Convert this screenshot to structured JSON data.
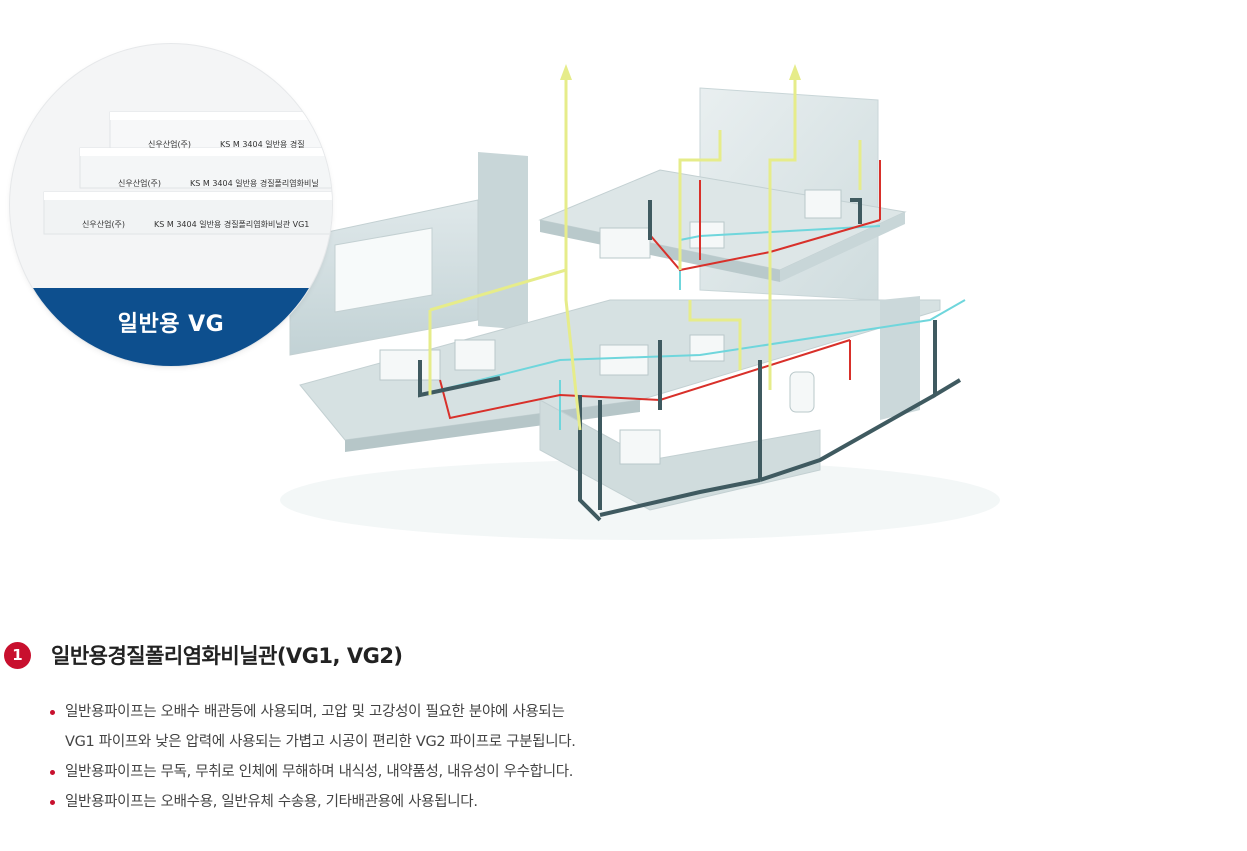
{
  "badge": {
    "label": "일반용 VG",
    "pipe_prints": [
      "KS M 3404 일반용 경질",
      "KS M 3404 일반용 경질폴리염화비닐",
      "KS M 3404 일반용 경질폴리염화비닐관 VG1"
    ],
    "brand_text": "신우산업(주)"
  },
  "section": {
    "number": "1",
    "title": "일반용경질폴리염화비닐관(VG1, VG2)",
    "bullets": [
      {
        "line1": "일반용파이프는 오배수 배관등에 사용되며, 고압 및 고강성이 필요한 분야에 사용되는",
        "line2": "VG1 파이프와 낮은 압력에 사용되는 가볍고 시공이 편리한 VG2 파이프로 구분됩니다."
      },
      {
        "line1": "일반용파이프는 무독, 무취로 인체에 무해하며 내식성, 내약품성, 내유성이 우수합니다."
      },
      {
        "line1": "일반용파이프는 오배수용, 일반유체 수송용, 기타배관용에 사용됩니다."
      }
    ]
  },
  "colors": {
    "badge_blue": "#0d4f8e",
    "accent_red": "#c8102e",
    "vent_pipe_yellow": "#e6ec8a",
    "hot_pipe_red": "#d8302a",
    "cold_pipe_cyan": "#6fd6dc",
    "drain_pipe_dark": "#3f5a60"
  }
}
